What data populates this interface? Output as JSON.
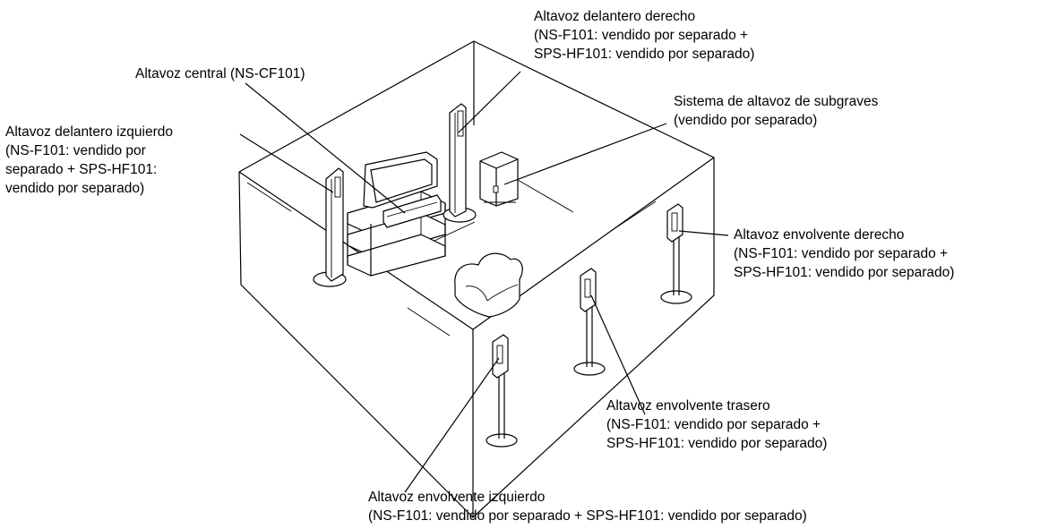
{
  "labels": {
    "front_right": [
      "Altavoz delantero derecho",
      "(NS-F101: vendido por separado +",
      "SPS-HF101: vendido por separado)"
    ],
    "center": [
      "Altavoz central (NS-CF101)"
    ],
    "subwoofer": [
      "Sistema de altavoz de subgraves",
      "(vendido por separado)"
    ],
    "front_left": [
      "Altavoz delantero izquierdo",
      "(NS-F101: vendido por",
      "separado + SPS-HF101:",
      "vendido por separado)"
    ],
    "surround_right": [
      "Altavoz envolvente derecho",
      "(NS-F101: vendido por separado +",
      "SPS-HF101: vendido por separado)"
    ],
    "surround_back": [
      "Altavoz envolvente trasero",
      "(NS-F101: vendido por separado +",
      "SPS-HF101: vendido por separado)"
    ],
    "surround_left": [
      "Altavoz envolvente izquierdo",
      "(NS-F101: vendido por separado + SPS-HF101: vendido por separado)"
    ]
  }
}
